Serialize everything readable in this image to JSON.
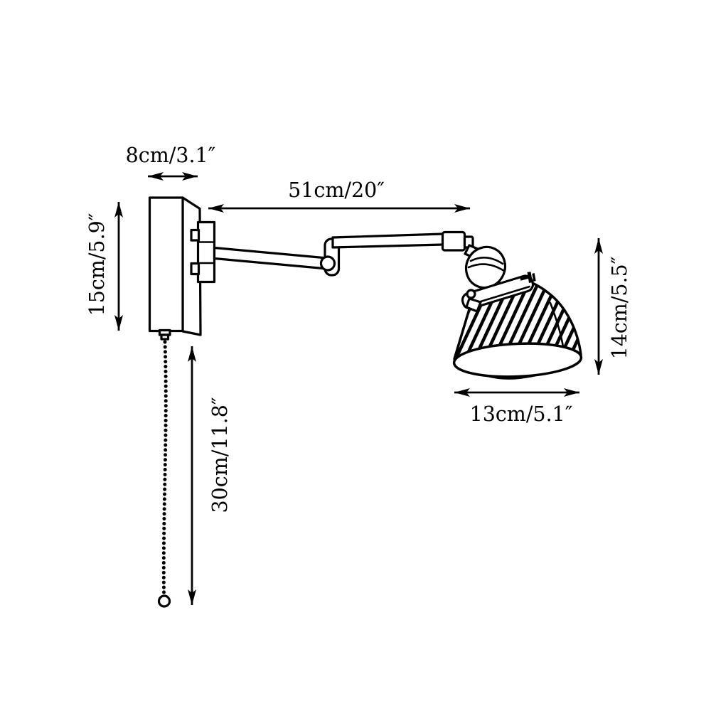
{
  "page": {
    "background_color": "#ffffff"
  },
  "diagram": {
    "kind": "product-dimension-diagram",
    "subject": "swing-arm wall lamp with pull chain",
    "ink_color": "#000000",
    "dimensions": {
      "plate_depth": {
        "label": "8cm/3.1″",
        "cm": 8,
        "inch": 3.1
      },
      "arm_length": {
        "label": "51cm/20″",
        "cm": 51,
        "inch": 20
      },
      "plate_height": {
        "label": "15cm/5.9″",
        "cm": 15,
        "inch": 5.9
      },
      "chain_length": {
        "label": "30cm/11.8″",
        "cm": 30,
        "inch": 11.8
      },
      "shade_height": {
        "label": "14cm/5.5″",
        "cm": 14,
        "inch": 5.5
      },
      "shade_width": {
        "label": "13cm/5.1″",
        "cm": 13,
        "inch": 5.1
      }
    }
  }
}
